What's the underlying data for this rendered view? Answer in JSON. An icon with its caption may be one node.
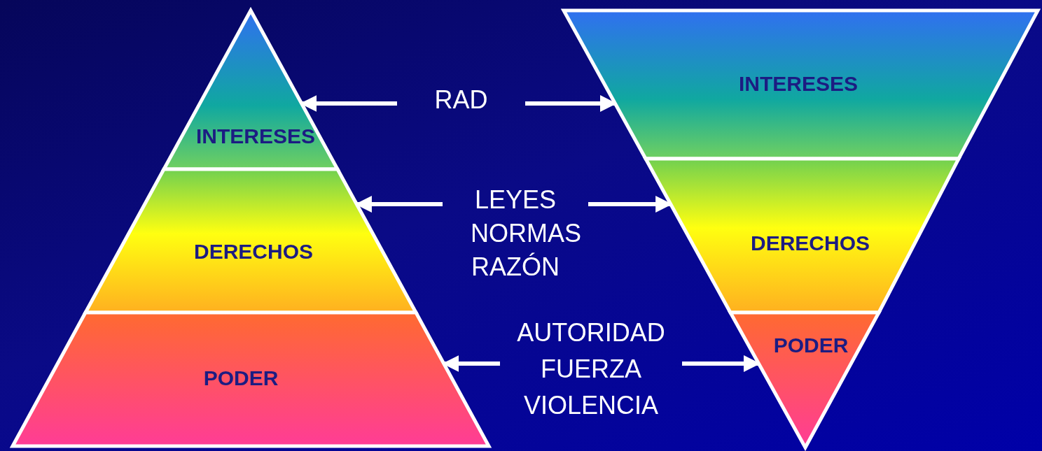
{
  "diagram": {
    "nodes": [
      {
        "text": [
          "INTERESES"
        ]
      },
      {
        "text": [
          "DERECHOS"
        ]
      },
      {
        "text": [
          "PODER"
        ]
      },
      {
        "text": [
          "RAD"
        ]
      },
      {
        "text": [
          "LEYES NORMAS RAZÓN"
        ]
      },
      {
        "text": [
          "AUTORIDAD FUERZA VIOLENCIA"
        ]
      },
      {
        "text": [
          "INTERESES"
        ]
      },
      {
        "text": [
          "DERECHOS"
        ]
      },
      {
        "text": [
          "PODER"
        ]
      }
    ],
    "edges": [
      {
        "from": 3,
        "to": 0,
        "arrow": "to"
      },
      {
        "from": 3,
        "to": 6,
        "arrow": "to"
      },
      {
        "from": 4,
        "to": 1,
        "arrow": "to"
      },
      {
        "from": 4,
        "to": 7,
        "arrow": "to"
      },
      {
        "from": 5,
        "to": 2,
        "arrow": "to"
      },
      {
        "from": 5,
        "to": 8,
        "arrow": "to"
      }
    ]
  }
}
